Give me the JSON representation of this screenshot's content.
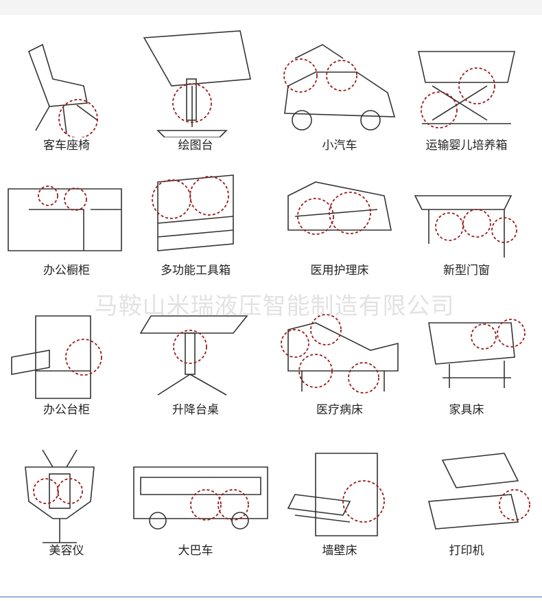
{
  "watermark": "马鞍山米瑞液压智能制造有限公司",
  "accent_color": "#9b1c1c",
  "items": [
    {
      "label": "客车座椅",
      "icon": "bus-seat"
    },
    {
      "label": "绘图台",
      "icon": "drafting-table"
    },
    {
      "label": "小汽车",
      "icon": "car"
    },
    {
      "label": "运输婴儿培养箱",
      "icon": "incubator"
    },
    {
      "label": "办公橱柜",
      "icon": "office-cabinet"
    },
    {
      "label": "多功能工具箱",
      "icon": "toolbox"
    },
    {
      "label": "医用护理床",
      "icon": "nursing-bed"
    },
    {
      "label": "新型门窗",
      "icon": "window"
    },
    {
      "label": "办公台柜",
      "icon": "desk-drawer"
    },
    {
      "label": "升降台桌",
      "icon": "lift-table"
    },
    {
      "label": "医疗病床",
      "icon": "hospital-bed"
    },
    {
      "label": "家具床",
      "icon": "furniture-bed"
    },
    {
      "label": "美容仪",
      "icon": "beauty-chair"
    },
    {
      "label": "大巴车",
      "icon": "bus"
    },
    {
      "label": "墙壁床",
      "icon": "wall-bed"
    },
    {
      "label": "打印机",
      "icon": "printer"
    }
  ]
}
